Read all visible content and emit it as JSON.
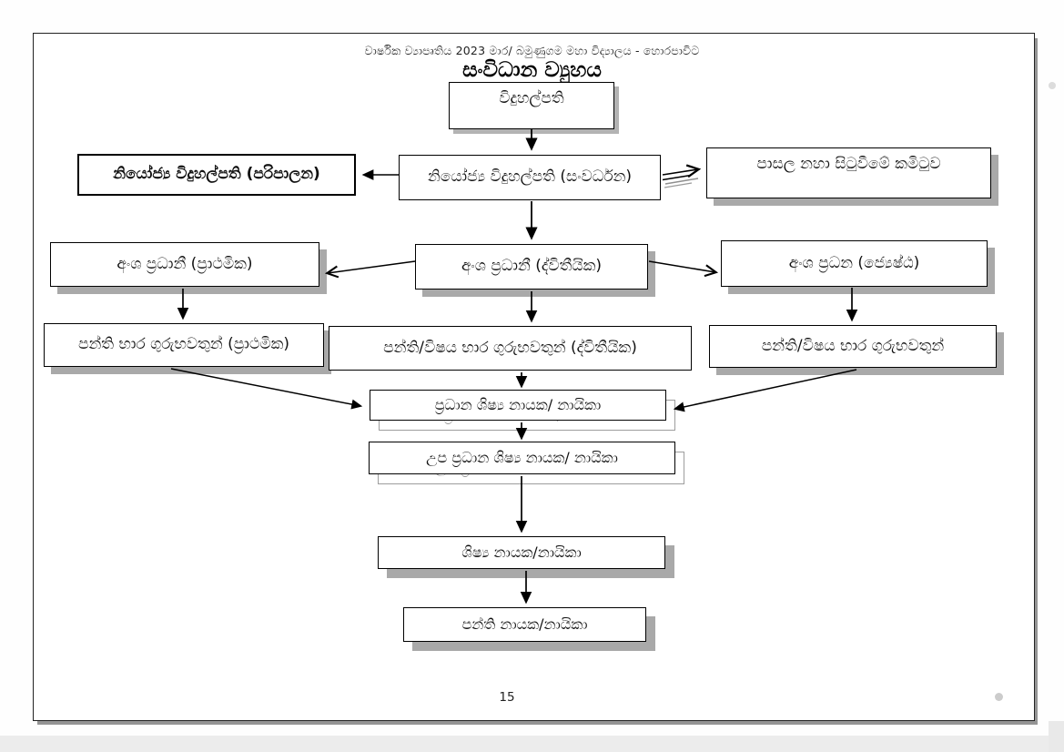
{
  "page": {
    "header_line": "වාර්ෂික ව්‍යාපෘතිය 2023  මාර/ බමුණුගම මහා විද්‍යාලය - හොරපාවිට",
    "title": "සංවිධාන ව්‍යුහය",
    "page_number": "15"
  },
  "chart": {
    "type": "org-flowchart",
    "nodes": {
      "principal": "විදුහල්පති",
      "deputy_admin": "නියෝජ්‍ය විදුහල්පති (පරිපාලන)",
      "deputy_dev": "නියෝජ්‍ය විදුහල්පති (සංවර්ධන)",
      "school_committee": "පාසල නහා සිටුවීමේ කමිටුව",
      "section_head_primary": "අංශ ප්‍රධානී (ප්‍රාථමික)",
      "section_head_secondary": "අංශ ප්‍රධානී (ද්විතීයික)",
      "section_head_senior": "අංශ ප්‍රධන (ජ්‍යෙෂ්ඨ)",
      "teachers_primary": "පන්ති භාර ගුරුභවතුන් (ප්‍රාථමික)",
      "teachers_secondary": "පන්ති/විෂය භාර ගුරුභවතුන් (ද්විතීයික)",
      "teachers_senior": "පන්ති/විෂය භාර ගුරුභවතුන්",
      "head_prefect": "ප්‍රධාන ශිෂ්‍ය නායක/ නායිකා",
      "deputy_head_prefect": "උප ප්‍රධාන ශිෂ්‍ය නායක/ නායිකා",
      "prefects": "ශිෂ්‍ය නායක/නායිකා",
      "class_monitors": "පන්ති නායක/නායිකා"
    },
    "edges": [
      "principal -> deputy_dev",
      "deputy_dev -> deputy_admin",
      "deputy_dev => school_committee",
      "deputy_dev -> section_head_secondary",
      "section_head_secondary -> section_head_primary",
      "section_head_secondary -> section_head_senior",
      "section_head_primary -> teachers_primary",
      "section_head_secondary -> teachers_secondary",
      "section_head_senior -> teachers_senior",
      "teachers_primary -> head_prefect",
      "teachers_secondary -> head_prefect",
      "teachers_senior -> head_prefect",
      "head_prefect -> deputy_head_prefect",
      "deputy_head_prefect -> prefects",
      "prefects -> class_monitors"
    ],
    "colors": {
      "box_border": "#000000",
      "box_fill": "#ffffff",
      "shadow": "#a9a9a9",
      "ghost_text": "#9d9d9d"
    }
  }
}
